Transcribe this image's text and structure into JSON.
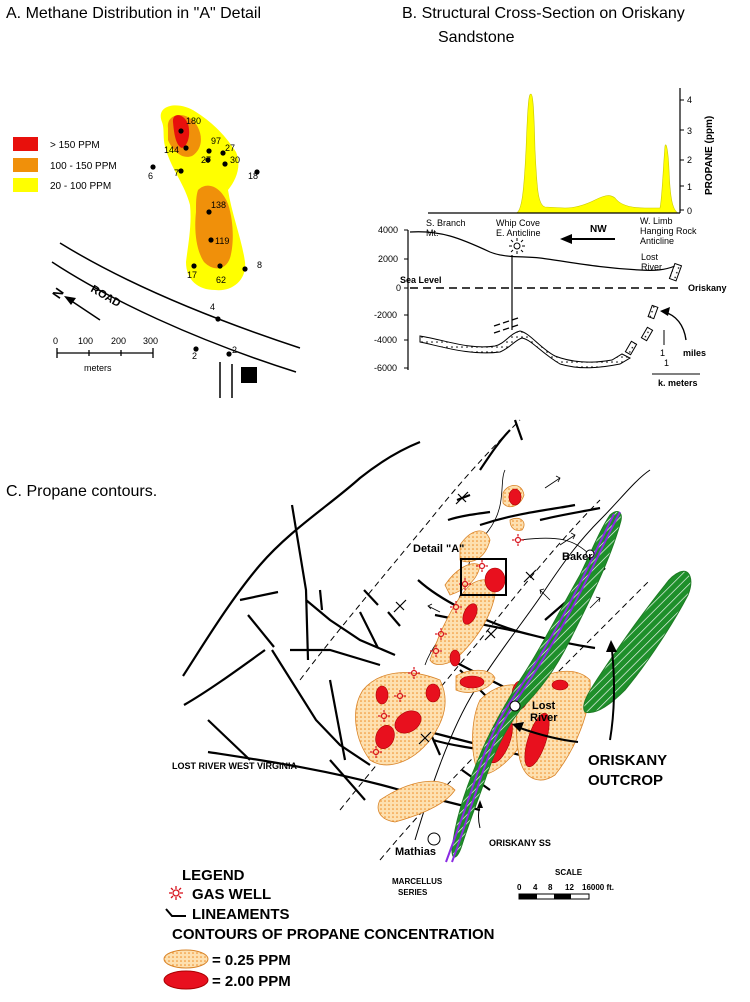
{
  "panel_a": {
    "title": "A.  Methane Distribution in \"A\" Detail",
    "legend": [
      {
        "label": "> 150 PPM",
        "color": "#e8100c"
      },
      {
        "label": "100 - 150 PPM",
        "color": "#f0900a"
      },
      {
        "label": "20 - 100 PPM",
        "color": "#ffff00"
      }
    ],
    "points": [
      "180",
      "144",
      "97",
      "27",
      "27",
      "30",
      "6",
      "7",
      "18",
      "138",
      "119",
      "17",
      "62",
      "8",
      "4",
      "2",
      "2"
    ],
    "road_label": "ROAD",
    "north_label": "N",
    "scale": {
      "ticks": [
        "0",
        "100",
        "200",
        "300"
      ],
      "unit": "meters"
    }
  },
  "panel_b": {
    "title_line1": "B.    Structural Cross-Section on Oriskany",
    "title_line2": "Sandstone",
    "propane_axis": {
      "label": "PROPANE (ppm)",
      "ticks": [
        "4",
        "3",
        "2",
        "1",
        "0"
      ]
    },
    "depth_ticks": [
      "4000",
      "2000",
      "0",
      "-2000",
      "-4000",
      "-6000"
    ],
    "labels": {
      "s_branch": [
        "S. Branch",
        "Mt."
      ],
      "whip_cove": [
        "Whip Cove",
        "E. Anticline"
      ],
      "nw": "NW",
      "w_limb": [
        "W. Limb",
        "Hanging Rock",
        "Anticline"
      ],
      "lost_river": [
        "Lost",
        "River"
      ],
      "sea_level": "Sea Level",
      "oriskany": "Oriskany",
      "miles": "miles",
      "km": "k. meters",
      "one_a": "1",
      "one_b": "1"
    },
    "colors": {
      "propane": "#ffff00"
    }
  },
  "panel_c": {
    "title": "C.  Propane  contours.",
    "labels": {
      "detail_a": "Detail \"A\"",
      "baker": "Baker",
      "lost_river": [
        "Lost",
        "River"
      ],
      "oriskany_outcrop": [
        "ORISKANY",
        "OUTCROP"
      ],
      "lost_river_wv": "LOST RIVER WEST VIRGINIA",
      "oriskany_ss": "ORISKANY SS",
      "mathias": "Mathias",
      "marcellus": [
        "MARCELLUS",
        "SERIES"
      ]
    },
    "scale": {
      "title": "SCALE",
      "ticks": [
        "0",
        "4",
        "8",
        "12",
        "16000 ft."
      ]
    },
    "legend": {
      "title": "LEGEND",
      "gas_well": "GAS WELL",
      "lineaments": "LINEAMENTS",
      "contours_title": "CONTOURS OF PROPANE CONCENTRATION",
      "c025": "= 0.25 PPM",
      "c200": "= 2.00 PPM"
    },
    "colors": {
      "contour_025": "#f6b35e",
      "contour_200": "#e8101e",
      "outcrop": "#1e8f2a",
      "marcellus": "#8a2be2"
    }
  }
}
